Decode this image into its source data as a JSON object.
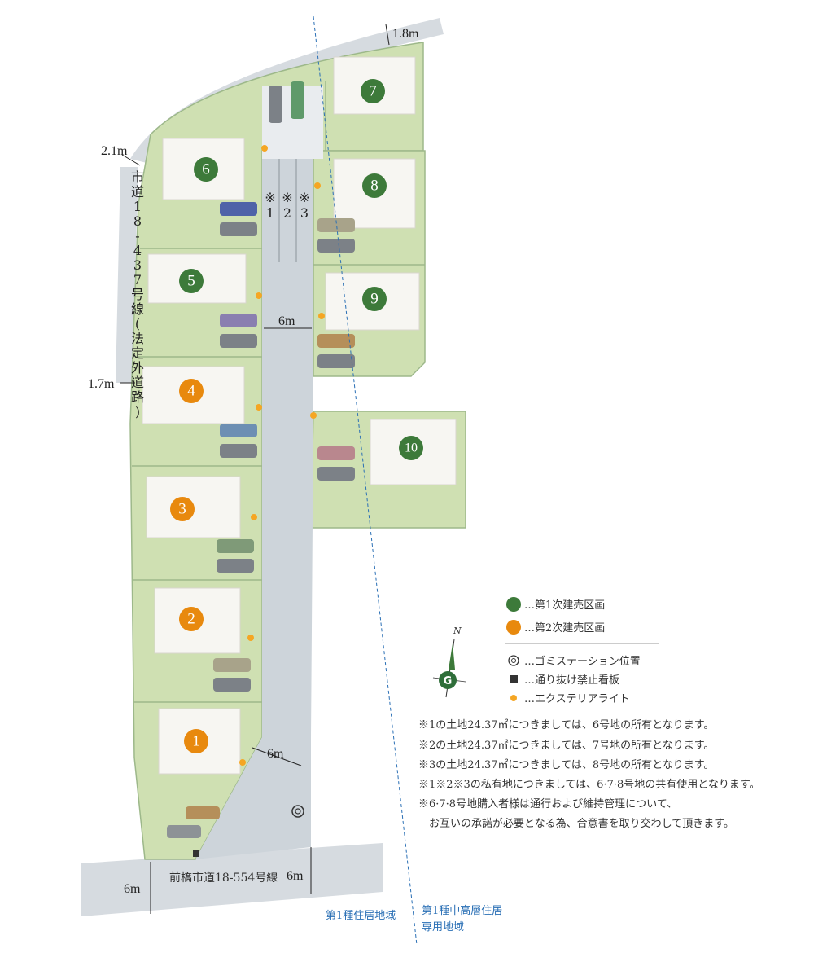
{
  "colors": {
    "phase1": "#3d7a3a",
    "phase2": "#e8890e",
    "lot_fill": "#cfe0b2",
    "road": "#cdd4da",
    "boundary": "#2a6fb5"
  },
  "lots": [
    {
      "id": "1",
      "phase": 2
    },
    {
      "id": "2",
      "phase": 2
    },
    {
      "id": "3",
      "phase": 2
    },
    {
      "id": "4",
      "phase": 2
    },
    {
      "id": "5",
      "phase": 1
    },
    {
      "id": "6",
      "phase": 1
    },
    {
      "id": "7",
      "phase": 1
    },
    {
      "id": "8",
      "phase": 1
    },
    {
      "id": "9",
      "phase": 1
    },
    {
      "id": "10",
      "phase": 1
    }
  ],
  "private_plots": [
    "※\n1",
    "※\n2",
    "※\n3"
  ],
  "dimensions": {
    "top_sidewalk": "1.8m",
    "west_upper": "2.1m",
    "west_lower": "1.7m",
    "mid_road": "6m",
    "lower_road": "6m",
    "main_road_left": "6m",
    "main_road_right": "6m"
  },
  "roads": {
    "west_road": "市道18-437号線(法定外道路)",
    "main_road": "前橋市道18-554号線"
  },
  "zones": {
    "left": "第1種住居地域",
    "right_line1": "第1種中高層住居",
    "right_line2": "専用地域"
  },
  "compass": {
    "north": "N",
    "mark": "G"
  },
  "legend": {
    "phase1": "…第1次建売区画",
    "phase2": "…第2次建売区画",
    "garbage": "…ゴミステーション位置",
    "no_through": "…通り抜け禁止看板",
    "light": "…エクステリアライト"
  },
  "notes": [
    "※1の土地24.37㎡につきましては、6号地の所有となります。",
    "※2の土地24.37㎡につきましては、7号地の所有となります。",
    "※3の土地24.37㎡につきましては、8号地の所有となります。",
    "※1※2※3の私有地につきましては、6·7·8号地の共有使用となります。",
    "※6·7·8号地購入者様は通行および維持管理について、",
    "お互いの承諾が必要となる為、合意書を取り交わして頂きます。"
  ]
}
